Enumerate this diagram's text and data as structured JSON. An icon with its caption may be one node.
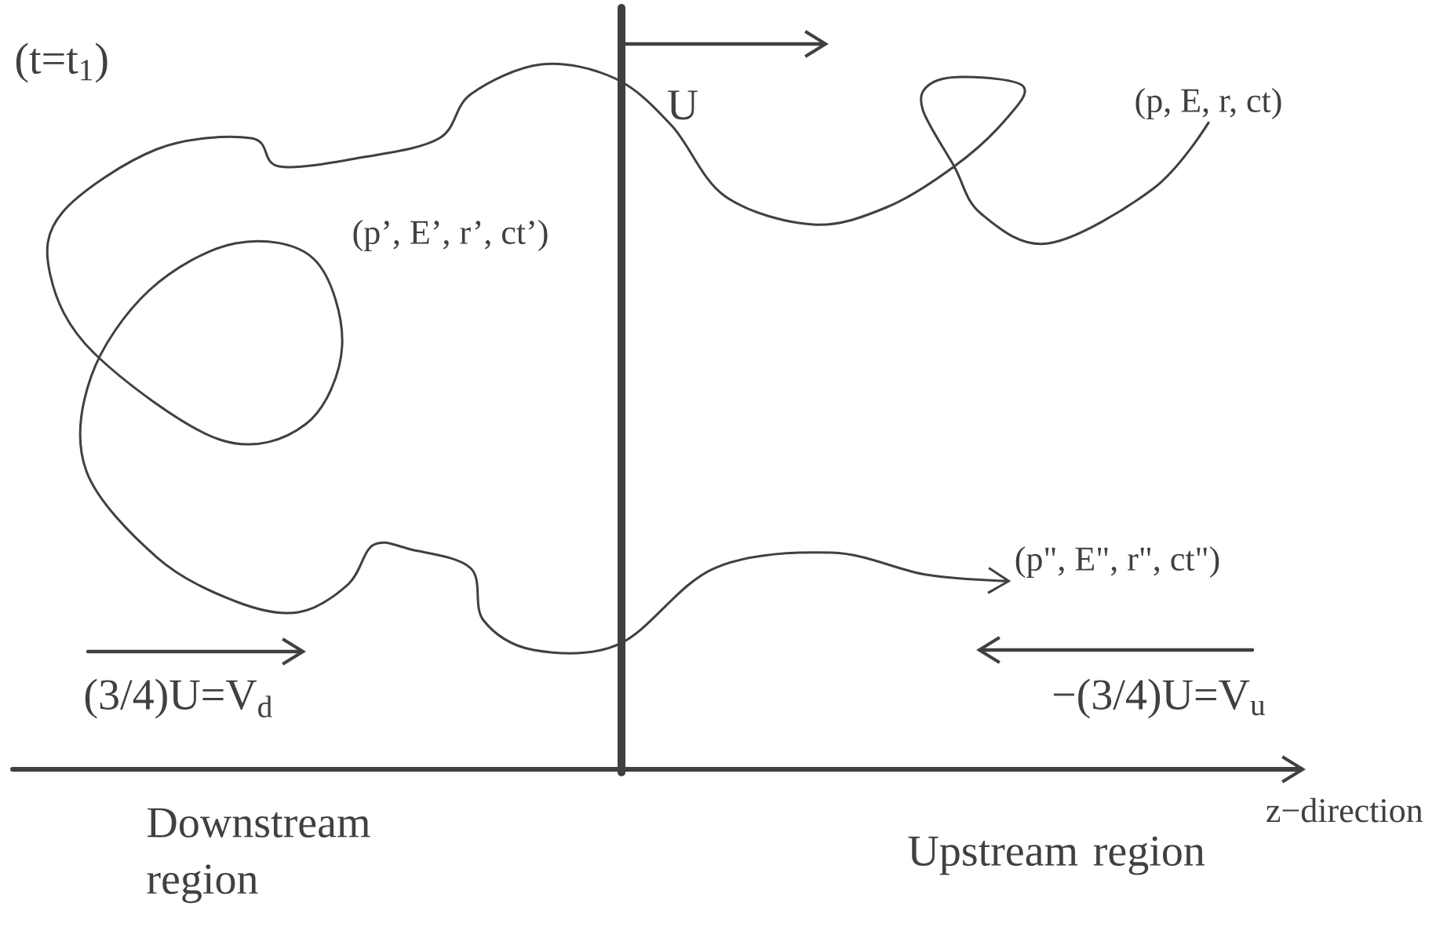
{
  "diagram": {
    "nodes": [
      {
        "text": [
          "(p, E, r, ct)"
        ]
      },
      {
        "text": [
          "(p\", E\", r\", ct\")"
        ]
      }
    ],
    "edges": [
      {
        "from": 0,
        "to": 1,
        "arrow": "to"
      }
    ],
    "labels": [
      "(t=t$_{1}$)",
      "U",
      "(p’, E’, r’, ct’)",
      "(3/4)U=V$_{d}$",
      "−(3/4)U=V$_{u}$",
      "z−direction",
      "Downstream region",
      "Upstream region"
    ]
  }
}
